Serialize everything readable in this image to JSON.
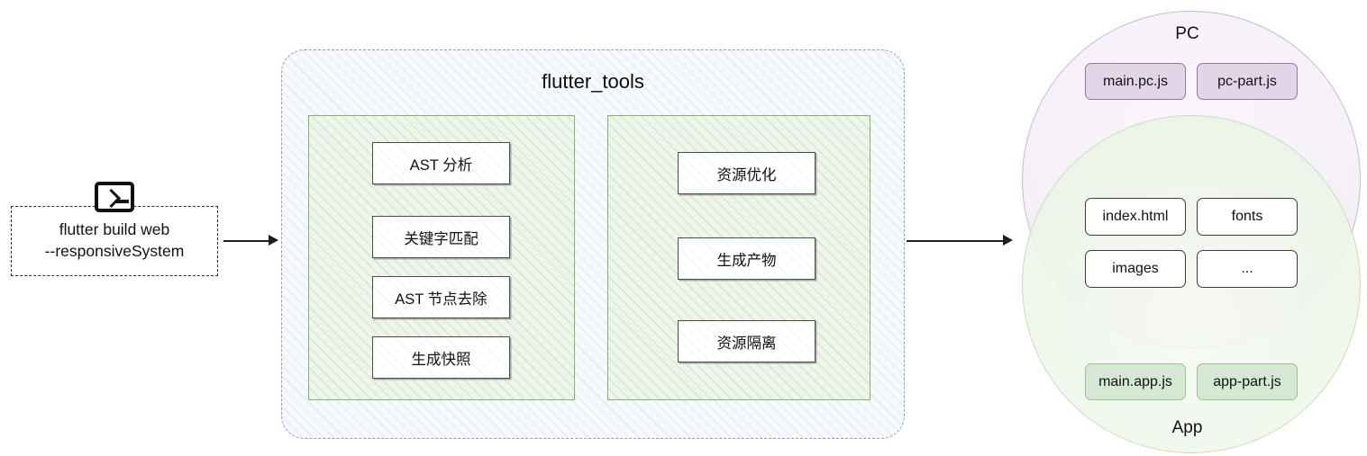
{
  "command_node": {
    "icon": "terminal-icon",
    "line1": "flutter build web",
    "line2": "--responsiveSystem"
  },
  "pipeline": {
    "title": "flutter_tools",
    "stage_left": {
      "steps": [
        {
          "label": "AST 分析"
        },
        {
          "label": "关键字匹配"
        },
        {
          "label": "AST 节点去除"
        },
        {
          "label": "生成快照"
        }
      ]
    },
    "stage_right": {
      "steps": [
        {
          "label": "资源优化"
        },
        {
          "label": "生成产物"
        },
        {
          "label": "资源隔离"
        }
      ]
    }
  },
  "output": {
    "pc_label": "PC",
    "app_label": "App",
    "pc_tags": [
      {
        "label": "main.pc.js"
      },
      {
        "label": "pc-part.js"
      }
    ],
    "shared_tags": [
      {
        "label": "index.html"
      },
      {
        "label": "fonts"
      },
      {
        "label": "images"
      },
      {
        "label": "..."
      }
    ],
    "app_tags": [
      {
        "label": "main.app.js"
      },
      {
        "label": "app-part.js"
      }
    ]
  },
  "colors": {
    "pipeline_border": "#8f9bd4",
    "stage_border": "#82b366",
    "pc_tag_fill": "#e1d5e7",
    "pc_tag_border": "#9673a6",
    "app_tag_fill": "#d5e8d4",
    "app_tag_border": "#97c58a",
    "shared_tag_fill": "#ffffff",
    "arrow": "#1d1d1d"
  }
}
